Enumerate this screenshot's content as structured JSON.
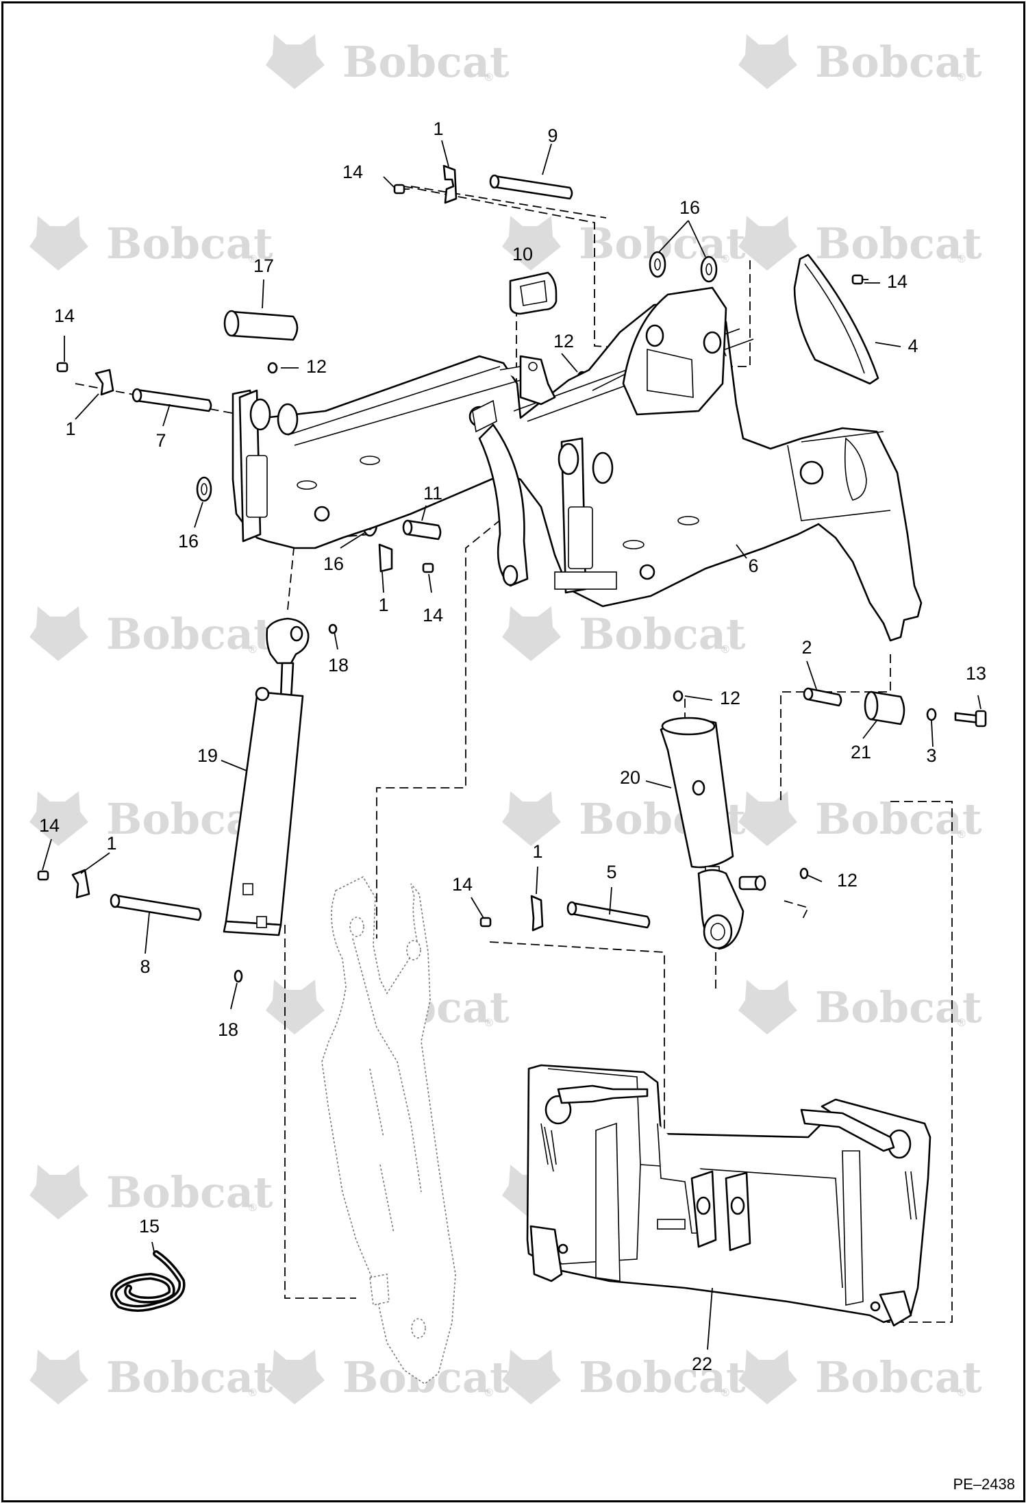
{
  "watermark": {
    "text": "Bobcat",
    "registered_mark": "®"
  },
  "callouts": {
    "c1_top": "1",
    "c9": "9",
    "c14_top": "14",
    "c16_top": "16",
    "c10": "10",
    "c14_right": "14",
    "c4": "4",
    "c17": "17",
    "c14_left": "14",
    "c12_left": "12",
    "c12_center": "12",
    "c1_left": "1",
    "c7": "7",
    "c16_left": "16",
    "c11": "11",
    "c16_mid": "16",
    "c1_mid": "1",
    "c14_mid": "14",
    "c6": "6",
    "c18_top": "18",
    "c2": "2",
    "c13": "13",
    "c12_right": "12",
    "c21": "21",
    "c3": "3",
    "c19": "19",
    "c20": "20",
    "c14_lower": "14",
    "c1_lower": "1",
    "c8": "8",
    "c14_center": "14",
    "c1_center": "1",
    "c5": "5",
    "c12_lower": "12",
    "c18_bottom": "18",
    "c15": "15",
    "c22": "22"
  },
  "figure_code": "PE–2438"
}
